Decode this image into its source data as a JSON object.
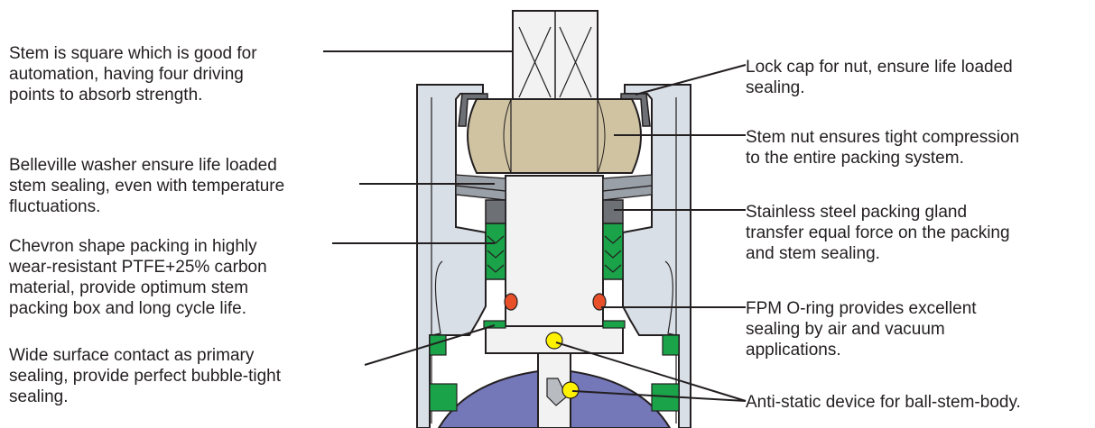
{
  "callouts": {
    "stem_square": "Stem is square which is good for\nautomation, having four driving\npoints to absorb strength.",
    "belleville": "Belleville washer ensure life loaded\nstem sealing, even with temperature\nfluctuations.",
    "chevron": "Chevron shape packing in highly\nwear-resistant PTFE+25% carbon\nmaterial, provide optimum stem\npacking box and long cycle life.",
    "wide_surface": "Wide surface contact as primary\nsealing, provide perfect bubble-tight\nsealing.",
    "lock_cap": "Lock cap for nut, ensure life loaded\nsealing.",
    "stem_nut": "Stem nut ensures tight compression\nto the entire packing system.",
    "packing_gland": "Stainless steel packing gland\ntransfer equal force on the packing\nand stem sealing.",
    "oring": "FPM O-ring provides excellent\nsealing by air and vacuum\napplications.",
    "anti_static": "Anti-static device for ball-stem-body."
  },
  "colors": {
    "body": "#d9dfe7",
    "stem": "#f2f2f2",
    "nut": "#cfc3a2",
    "packing": "#1aa349",
    "oring": "#e8502a",
    "gland": "#6d7176",
    "washer": "#9aa0a7",
    "ball": "#7477b8",
    "antistatic": "#fff200",
    "line": "#231f20"
  }
}
